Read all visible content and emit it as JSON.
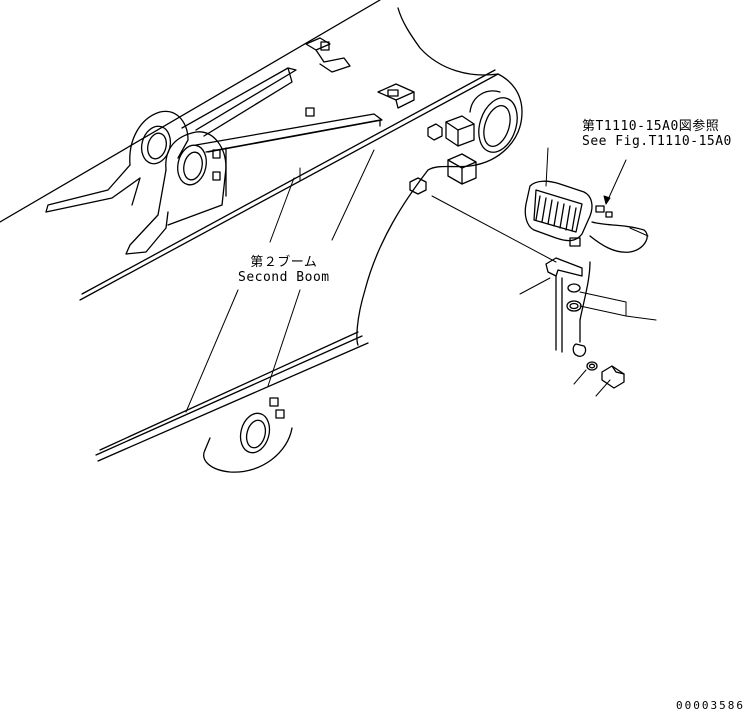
{
  "labels": {
    "boom_jp": "第２ブーム",
    "boom_en": "Second Boom",
    "ref_jp": "第T1110-15A0図参照",
    "ref_en": "See Fig.T1110-15A0",
    "drawing_code": "00003586"
  },
  "colors": {
    "line": "#000000",
    "background": "#ffffff"
  }
}
